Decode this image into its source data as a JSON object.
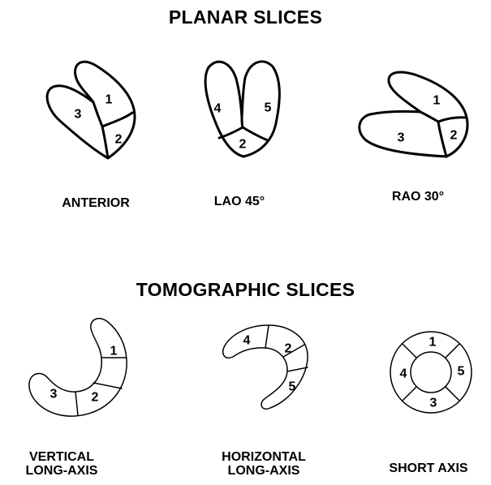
{
  "planar": {
    "title": "PLANAR SLICES",
    "views": [
      {
        "label": "ANTERIOR",
        "segments": [
          "1",
          "2",
          "3"
        ]
      },
      {
        "label": "LAO 45°",
        "segments": [
          "4",
          "5",
          "2"
        ]
      },
      {
        "label": "RAO 30°",
        "segments": [
          "1",
          "3",
          "2"
        ]
      }
    ]
  },
  "tomographic": {
    "title": "TOMOGRAPHIC SLICES",
    "views": [
      {
        "label_line1": "VERTICAL",
        "label_line2": "LONG-AXIS",
        "segments": [
          "1",
          "3",
          "2"
        ]
      },
      {
        "label_line1": "HORIZONTAL",
        "label_line2": "LONG-AXIS",
        "segments": [
          "4",
          "2",
          "5"
        ]
      },
      {
        "label": "SHORT AXIS",
        "segments": [
          "1",
          "4",
          "5",
          "3"
        ]
      }
    ]
  }
}
